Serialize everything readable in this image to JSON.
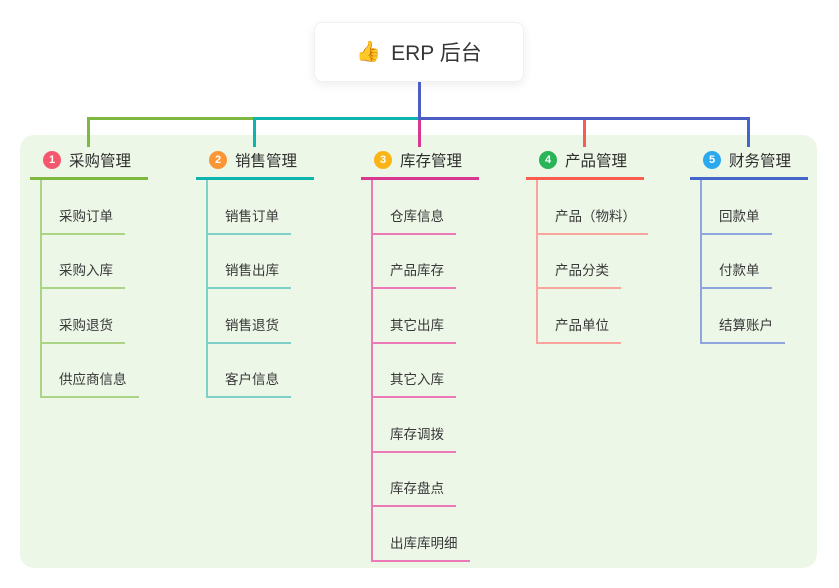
{
  "root": {
    "icon": "👍",
    "label": "ERP 后台",
    "line_color": "#4c5ec4"
  },
  "panel": {
    "background": "#edf7e8"
  },
  "branches": [
    {
      "index": "1",
      "title": "采购管理",
      "badge_color": "#f5586e",
      "accent_color": "#7fb841",
      "line_color": "#abd487",
      "items": [
        "采购订单",
        "采购入库",
        "采购退货",
        "供应商信息"
      ]
    },
    {
      "index": "2",
      "title": "销售管理",
      "badge_color": "#fa9635",
      "accent_color": "#0db5ae",
      "line_color": "#7fd0c9",
      "items": [
        "销售订单",
        "销售出库",
        "销售退货",
        "客户信息"
      ]
    },
    {
      "index": "3",
      "title": "库存管理",
      "badge_color": "#fbb githubb",
      "accent_color": "#d8388f",
      "line_color": "#ee79b7",
      "items": [
        "仓库信息",
        "产品库存",
        "其它出库",
        "其它入库",
        "库存调拨",
        "库存盘点",
        "出库库明细"
      ]
    },
    {
      "index": "4",
      "title": "产品管理",
      "badge_color": "#29b457",
      "accent_color": "#f95d52",
      "line_color": "#fba49d",
      "items": [
        "产品（物料）",
        "产品分类",
        "产品单位"
      ]
    },
    {
      "index": "5",
      "title": "财务管理",
      "badge_color": "#2aa9ee",
      "accent_color": "#4466cb",
      "line_color": "#8fa5de",
      "items": [
        "回款单",
        "付款单",
        "结算账户"
      ]
    }
  ]
}
